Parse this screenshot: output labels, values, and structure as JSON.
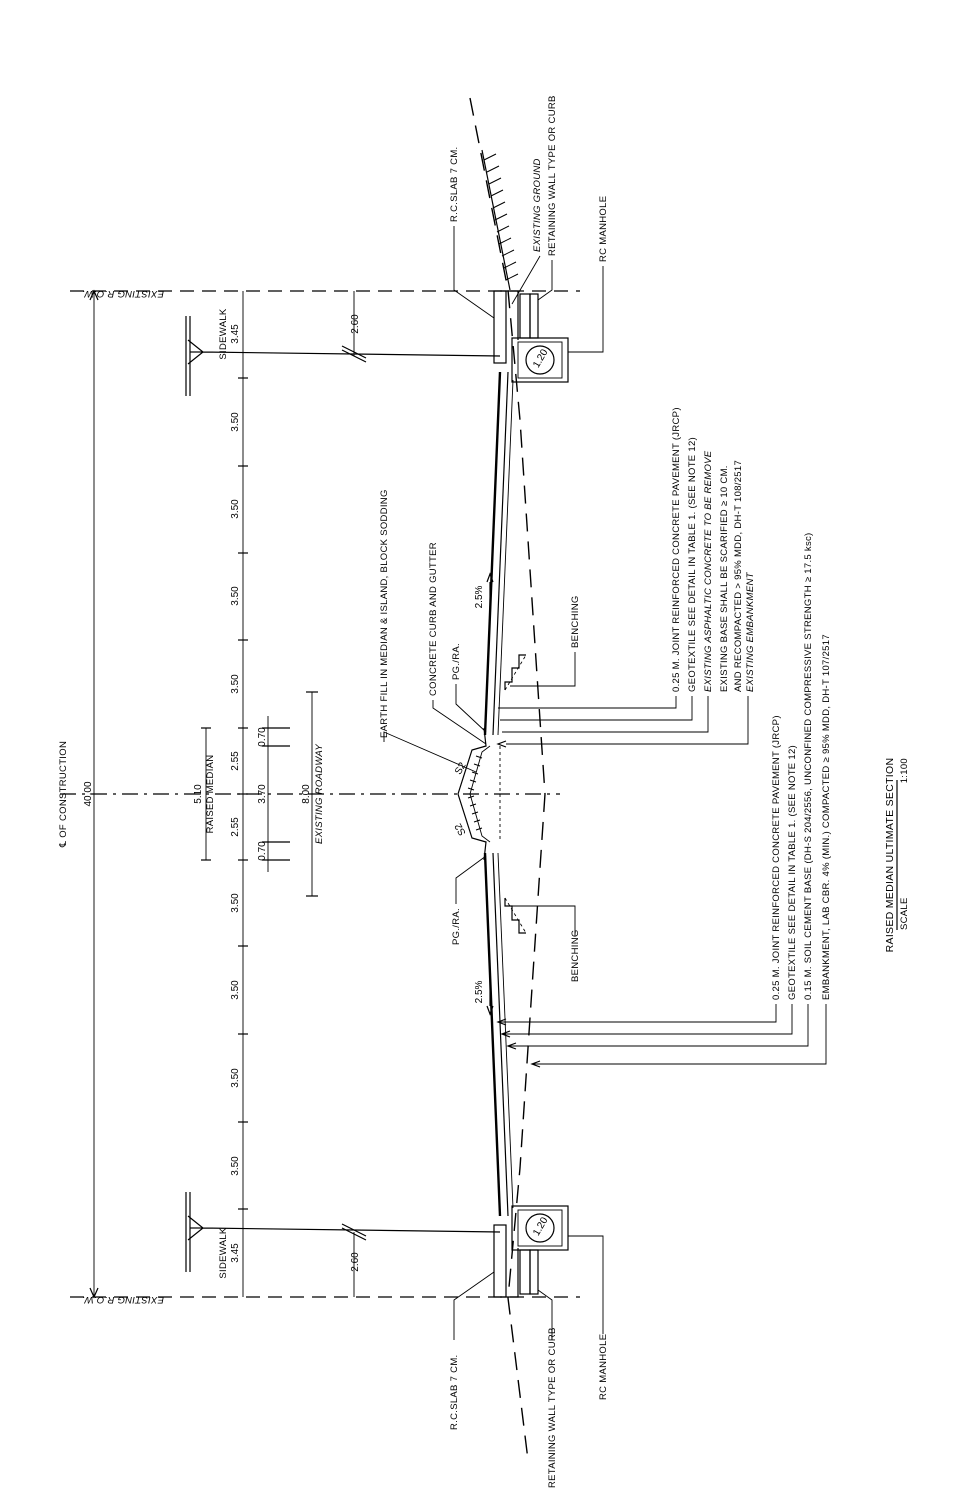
{
  "title": {
    "name": "RAISED MEDIAN ULTIMATE SECTION",
    "scale_label": "SCALE",
    "scale_value": "1:100"
  },
  "centerline": {
    "label": "℄ OF CONSTRUCTION",
    "total_width": "40.00"
  },
  "row": {
    "top": "EXISTING R.O.W.",
    "bottom": "EXISTING R.O.W."
  },
  "dimensions": {
    "sidewalk_top": "3.45",
    "sidewalk_top_label": "SIDEWALK",
    "sidewalk_bottom": "3.45",
    "sidewalk_bottom_label": "SIDEWALK",
    "lanes_top": [
      "3.50",
      "3.50",
      "3.50",
      "3.50"
    ],
    "lanes_bottom": [
      "3.50",
      "3.50",
      "3.50",
      "3.50"
    ],
    "median_half_top": "2.55",
    "median_half_bottom": "2.55",
    "median_total": "5.10",
    "median_label": "RAISED MEDIAN",
    "offset_top": "0.70",
    "offset_bottom": "0.70",
    "center_width": "3.70",
    "existing_roadway_width": "8.00",
    "existing_roadway_label": "EXISTING ROADWAY",
    "slab_offset_top": "2.60",
    "slab_offset_bottom": "2.60"
  },
  "pipes": {
    "top": "1.20",
    "bottom": "1.20"
  },
  "slopes": {
    "top_cross": "2.5%",
    "bottom_cross": "2.5%",
    "median_top": "S2",
    "median_bottom": "S2"
  },
  "callouts": {
    "rc_slab_top": "R.C.SLAB 7 CM.",
    "existing_ground": "EXISTING GROUND",
    "retaining_wall_top": "RETAINING WALL TYPE OR CURB",
    "rc_manhole_top": "RC MANHOLE",
    "earth_fill": "EARTH FILL IN MEDIAN & ISLAND, BLOCK SODDING",
    "curb_gutter": "CONCRETE CURB AND GUTTER",
    "pg_ra_top": "PG./RA.",
    "pg_ra_bottom": "PG./RA.",
    "benching_top": "BENCHING",
    "benching_bottom": "BENCHING",
    "rc_slab_bottom": "R.C.SLAB 7 CM.",
    "retaining_wall_bottom": "RETAINING WALL TYPE OR CURB",
    "rc_manhole_bottom": "RC MANHOLE"
  },
  "notes_existing": [
    "0.25 M. JOINT REINFORCED CONCRETE PAVEMENT (JRCP)",
    "GEOTEXTILE SEE DETAIL IN TABLE 1. (SEE NOTE 12)",
    "EXISTING ASPHALTIC CONCRETE TO BE REMOVE",
    "EXISTING BASE SHALL BE SCARIFIED ≥ 10 CM.",
    "AND RECOMPACTED > 95% MDD, DH-T 108/2517",
    "EXISTING EMBANKMENT"
  ],
  "notes_new": [
    "0.25 M. JOINT REINFORCED CONCRETE PAVEMENT (JRCP)",
    "GEOTEXTILE SEE DETAIL IN TABLE 1. (SEE NOTE 12)",
    "0.15 M. SOIL CEMENT BASE (DH-S 204/2556, UNCONFINED COMPRESSIVE STRENGTH ≥ 17.5 ksc)",
    "EMBANKMENT, LAB CBR. 4% (MIN.) COMPACTED ≥ 95% MDD, DH-T 107/2517"
  ]
}
